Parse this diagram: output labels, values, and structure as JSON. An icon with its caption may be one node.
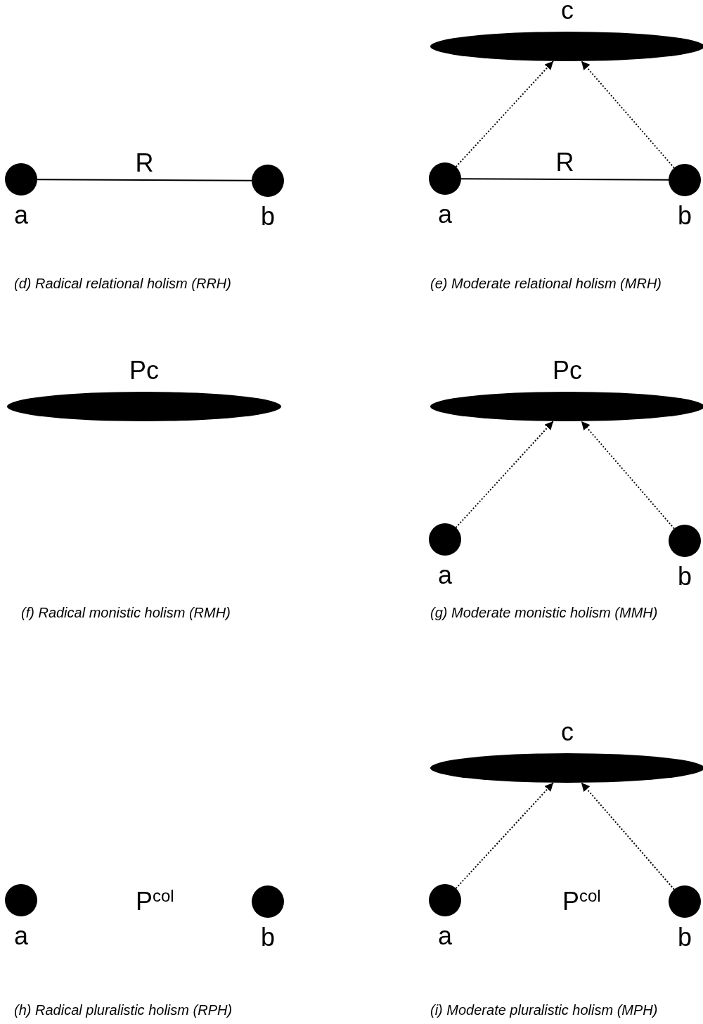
{
  "diagram": {
    "nodes": [
      {
        "text": [
          "a"
        ]
      },
      {
        "text": [
          "b"
        ]
      },
      {
        "text": [
          "c"
        ]
      },
      {
        "text": [
          "a"
        ]
      },
      {
        "text": [
          "b"
        ]
      },
      {
        "text": [
          "Pc"
        ]
      },
      {
        "text": [
          "Pc"
        ]
      },
      {
        "text": [
          "a"
        ]
      },
      {
        "text": [
          "b"
        ]
      },
      {
        "text": [
          "a"
        ]
      },
      {
        "text": [
          "b"
        ]
      },
      {
        "text": [
          "c"
        ]
      },
      {
        "text": [
          "a"
        ]
      },
      {
        "text": [
          "b"
        ]
      }
    ],
    "edges": [
      {
        "from": 0,
        "to": 1,
        "arrow": "none",
        "label": "R"
      },
      {
        "from": 3,
        "to": 4,
        "arrow": "none",
        "label": "R"
      },
      {
        "from": 3,
        "to": 2,
        "arrow": "to",
        "style": "dashed"
      },
      {
        "from": 4,
        "to": 2,
        "arrow": "to",
        "style": "dashed"
      },
      {
        "from": 7,
        "to": 6,
        "arrow": "to",
        "style": "dashed"
      },
      {
        "from": 8,
        "to": 6,
        "arrow": "to",
        "style": "dashed"
      },
      {
        "from": 12,
        "to": 11,
        "arrow": "to",
        "style": "dashed"
      },
      {
        "from": 13,
        "to": 11,
        "arrow": "to",
        "style": "dashed"
      }
    ],
    "labels": [
      "(d) Radical relational holism (RRH)",
      "(e) Moderate relational holism (MRH)",
      "(f) Radical monistic holism (RMH)",
      "(g) Moderate monistic holism (MMH)",
      "P$^{col}$",
      "P$^{col}$",
      "(h) Radical pluralistic holism (RPH)",
      "(i) Moderate pluralistic holism (MPH)"
    ]
  }
}
